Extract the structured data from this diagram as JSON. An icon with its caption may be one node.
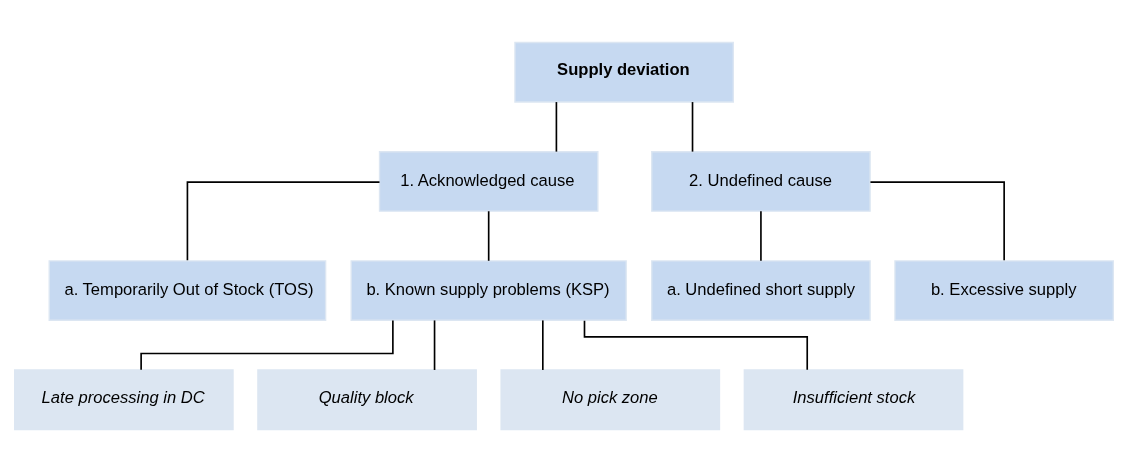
{
  "diagram": {
    "nodes": [
      {
        "text": [
          "Supply deviation"
        ]
      },
      {
        "text": [
          "1. Acknowledged cause"
        ]
      },
      {
        "text": [
          "2. Undefined cause"
        ]
      },
      {
        "text": [
          "a. Temporarily Out of Stock (TOS)"
        ]
      },
      {
        "text": [
          "b. Known supply problems (KSP)"
        ]
      },
      {
        "text": [
          "a. Undefined short supply"
        ]
      },
      {
        "text": [
          "b. Excessive supply"
        ]
      },
      {
        "text": [
          "Late processing in DC"
        ]
      },
      {
        "text": [
          "Quality block"
        ]
      },
      {
        "text": [
          "No pick zone"
        ]
      },
      {
        "text": [
          "Insufficient stock"
        ]
      }
    ],
    "edges": [
      {
        "from": 0,
        "to": 1,
        "arrow": "none"
      },
      {
        "from": 0,
        "to": 2,
        "arrow": "none"
      },
      {
        "from": 1,
        "to": 3,
        "arrow": "none"
      },
      {
        "from": 1,
        "to": 4,
        "arrow": "none"
      },
      {
        "from": 2,
        "to": 5,
        "arrow": "none"
      },
      {
        "from": 2,
        "to": 6,
        "arrow": "none"
      },
      {
        "from": 4,
        "to": 7,
        "arrow": "none"
      },
      {
        "from": 4,
        "to": 8,
        "arrow": "none"
      },
      {
        "from": 4,
        "to": 9,
        "arrow": "none"
      },
      {
        "from": 4,
        "to": 10,
        "arrow": "none"
      }
    ]
  }
}
